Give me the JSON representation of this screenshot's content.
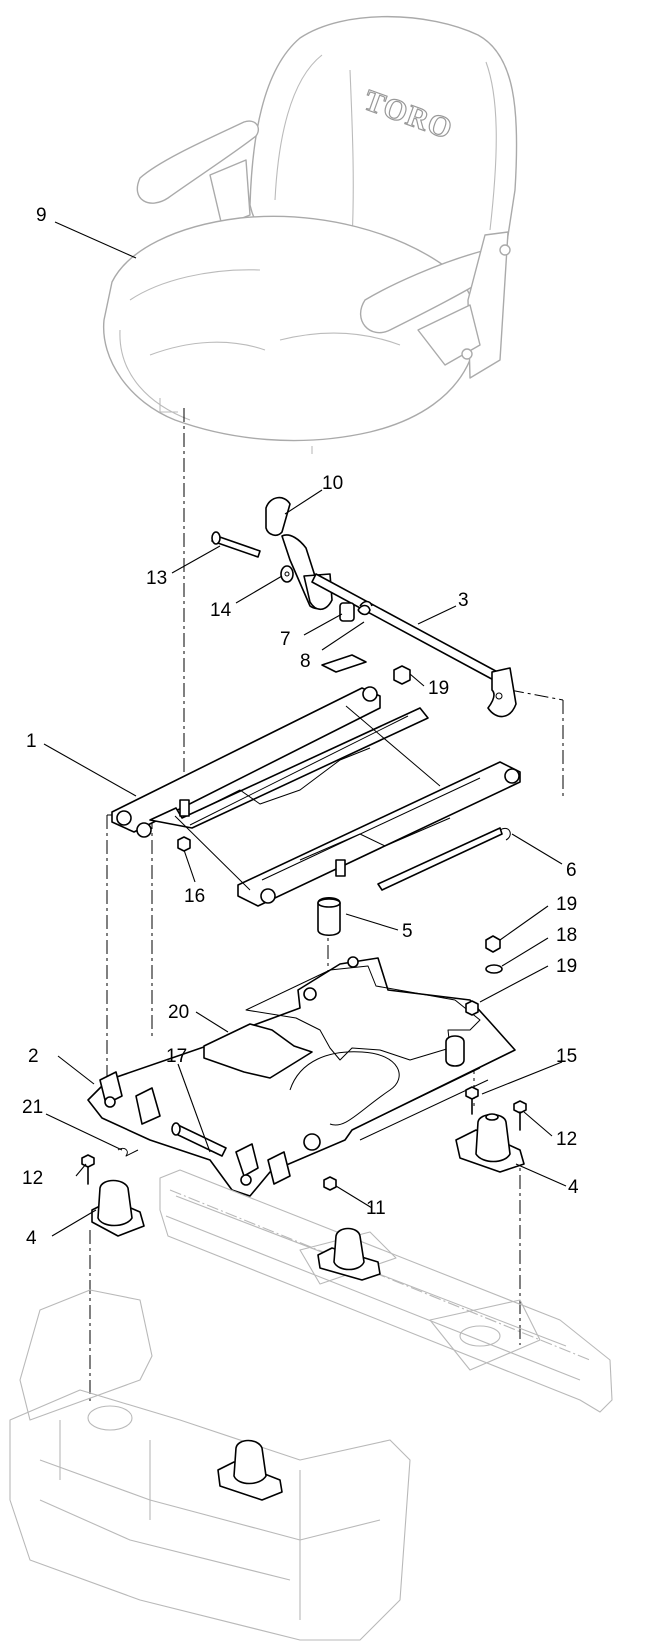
{
  "brand": "TORO",
  "callouts": [
    {
      "id": "c1",
      "text": "1"
    },
    {
      "id": "c2",
      "text": "2"
    },
    {
      "id": "c3",
      "text": "3"
    },
    {
      "id": "c4a",
      "text": "4"
    },
    {
      "id": "c4b",
      "text": "4"
    },
    {
      "id": "c5",
      "text": "5"
    },
    {
      "id": "c6",
      "text": "6"
    },
    {
      "id": "c7",
      "text": "7"
    },
    {
      "id": "c8",
      "text": "8"
    },
    {
      "id": "c9",
      "text": "9"
    },
    {
      "id": "c10",
      "text": "10"
    },
    {
      "id": "c11",
      "text": "11"
    },
    {
      "id": "c12a",
      "text": "12"
    },
    {
      "id": "c12b",
      "text": "12"
    },
    {
      "id": "c13",
      "text": "13"
    },
    {
      "id": "c14",
      "text": "14"
    },
    {
      "id": "c15",
      "text": "15"
    },
    {
      "id": "c16",
      "text": "16"
    },
    {
      "id": "c17",
      "text": "17"
    },
    {
      "id": "c18",
      "text": "18"
    },
    {
      "id": "c19a",
      "text": "19"
    },
    {
      "id": "c19b",
      "text": "19"
    },
    {
      "id": "c19c",
      "text": "19"
    },
    {
      "id": "c20",
      "text": "20"
    },
    {
      "id": "c21",
      "text": "21"
    }
  ]
}
